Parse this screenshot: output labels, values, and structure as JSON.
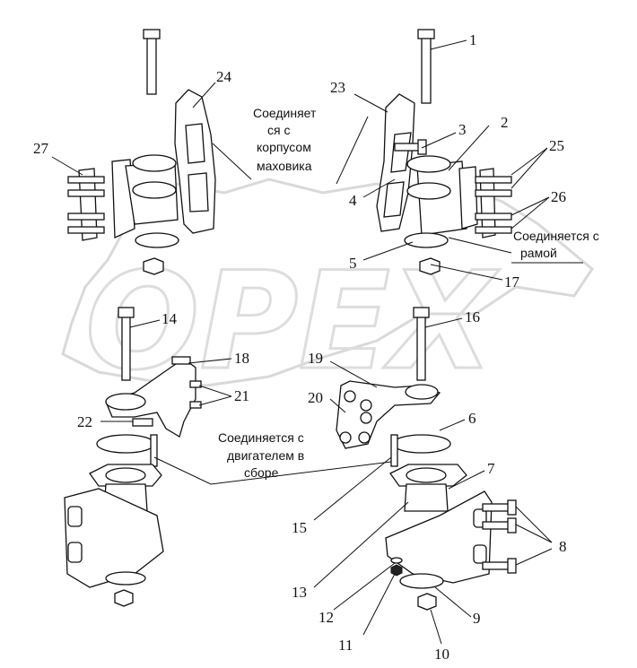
{
  "watermark": {
    "text": "OPEX"
  },
  "notes": {
    "flywheel_1": "Соединяет",
    "flywheel_2": "ся с",
    "flywheel_3": "корпусом",
    "flywheel_4": "маховика",
    "frame_1": "Соединяется с",
    "frame_2": "рамой",
    "engine_1": "Соединяется с",
    "engine_2": "двигателем в",
    "engine_3": "сборе"
  },
  "labels": {
    "p1": "1",
    "p2": "2",
    "p3": "3",
    "p4": "4",
    "p5": "5",
    "p6": "6",
    "p7": "7",
    "p8": "8",
    "p9": "9",
    "p10": "10",
    "p11": "11",
    "p12": "12",
    "p13": "13",
    "p14": "14",
    "p15": "15",
    "p16": "16",
    "p17": "17",
    "p18": "18",
    "p19": "19",
    "p20": "20",
    "p21": "21",
    "p22": "22",
    "p23": "23",
    "p24": "24",
    "p25": "25",
    "p26": "26",
    "p27": "27"
  }
}
